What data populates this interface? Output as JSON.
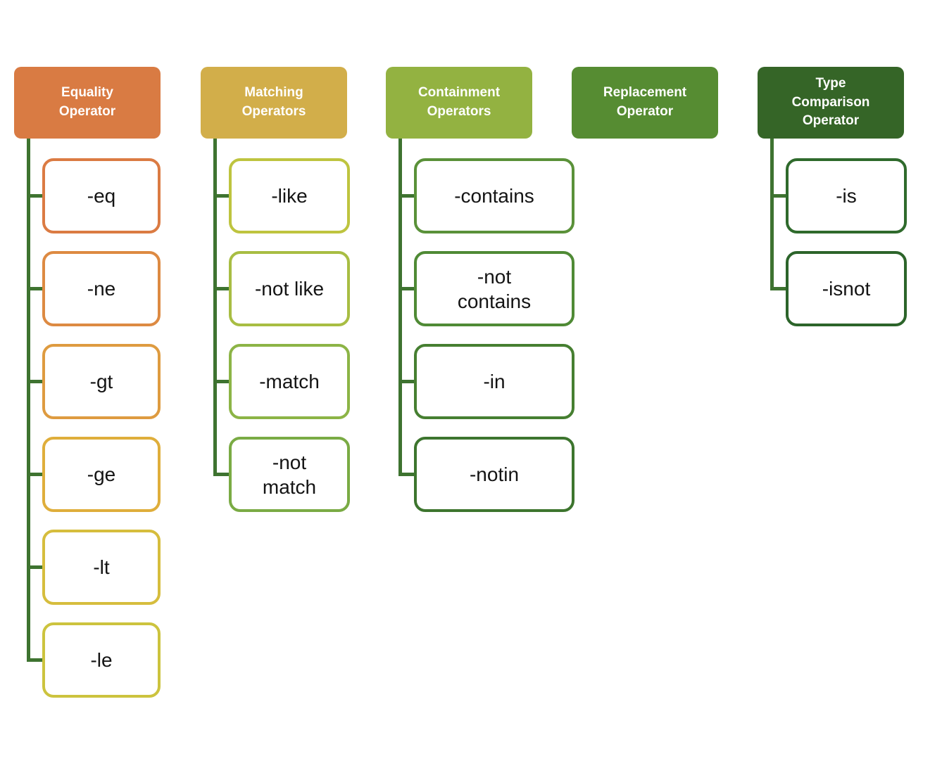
{
  "diagram": {
    "connector_color": "#3E7330",
    "child_text_color": "#141414",
    "header_text_color": "#FFFFFF",
    "columns": [
      {
        "id": "equality",
        "header": {
          "label": "Equality Operator",
          "bg": "#D97B43"
        },
        "children": [
          {
            "label": "-eq",
            "border": "#DB7B43"
          },
          {
            "label": "-ne",
            "border": "#DD8A42"
          },
          {
            "label": "-gt",
            "border": "#DE9B40"
          },
          {
            "label": "-ge",
            "border": "#DFAE3B"
          },
          {
            "label": "-lt",
            "border": "#D6BD3D"
          },
          {
            "label": "-le",
            "border": "#CCC33E"
          }
        ]
      },
      {
        "id": "matching",
        "header": {
          "label": "Matching Operators",
          "bg": "#D2AE4A"
        },
        "children": [
          {
            "label": "-like",
            "border": "#BEC43F"
          },
          {
            "label": "-not like",
            "border": "#A8BD43"
          },
          {
            "label": "-match",
            "border": "#8CB446"
          },
          {
            "label": "-not match",
            "border": "#7AAB44"
          }
        ]
      },
      {
        "id": "containment",
        "header": {
          "label": "Containment Operators",
          "bg": "#93B241"
        },
        "children": [
          {
            "label": "-contains",
            "border": "#5A9139"
          },
          {
            "label": "-not contains",
            "border": "#4F8A35"
          },
          {
            "label": "-in",
            "border": "#467F31"
          },
          {
            "label": "-notin",
            "border": "#3D752E"
          }
        ]
      },
      {
        "id": "replacement",
        "header": {
          "label": "Replacement Operator",
          "bg": "#568C32"
        },
        "children": []
      },
      {
        "id": "type-comparison",
        "header": {
          "label": "Type Comparison Operator",
          "bg": "#356527"
        },
        "children": [
          {
            "label": "-is",
            "border": "#2F6A2C"
          },
          {
            "label": "-isnot",
            "border": "#2C642A"
          }
        ]
      }
    ]
  }
}
